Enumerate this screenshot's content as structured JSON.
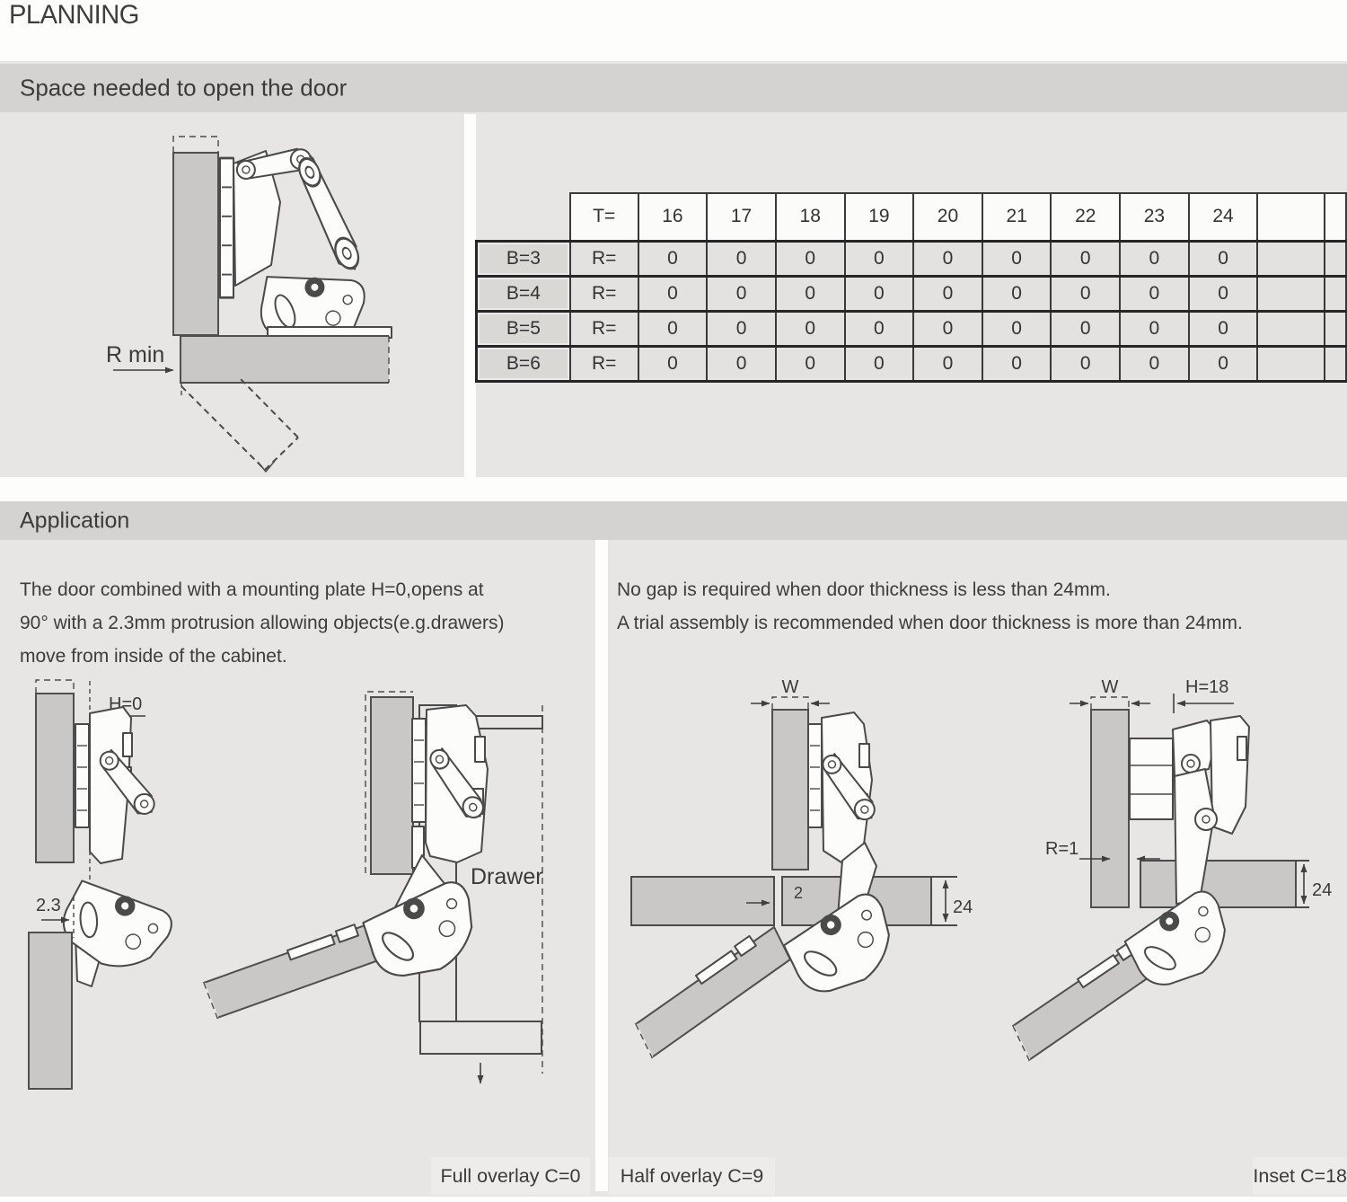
{
  "page": {
    "title": "PLANNING"
  },
  "section_space": {
    "title": "Space needed to open the door",
    "diagram": {
      "r_min_label": "R min"
    },
    "table": {
      "corner_label": "T=",
      "thickness_values": [
        "16",
        "17",
        "18",
        "19",
        "20",
        "21",
        "22",
        "23",
        "24"
      ],
      "rows": [
        {
          "b_label": "B=3",
          "r_label": "R=",
          "values": [
            "0",
            "0",
            "0",
            "0",
            "0",
            "0",
            "0",
            "0",
            "0"
          ]
        },
        {
          "b_label": "B=4",
          "r_label": "R=",
          "values": [
            "0",
            "0",
            "0",
            "0",
            "0",
            "0",
            "0",
            "0",
            "0"
          ]
        },
        {
          "b_label": "B=5",
          "r_label": "R=",
          "values": [
            "0",
            "0",
            "0",
            "0",
            "0",
            "0",
            "0",
            "0",
            "0"
          ]
        },
        {
          "b_label": "B=6",
          "r_label": "R=",
          "values": [
            "0",
            "0",
            "0",
            "0",
            "0",
            "0",
            "0",
            "0",
            "0"
          ]
        }
      ]
    }
  },
  "section_application": {
    "title": "Application",
    "left_note_lines": [
      "The door combined with a mounting plate H=0,opens at",
      "90° with a 2.3mm protrusion allowing objects(e.g.drawers)",
      "move from inside of the cabinet."
    ],
    "right_note_lines": [
      "No gap is required when door thickness is less than 24mm.",
      "A trial assembly is recommended when door thickness is more than 24mm."
    ],
    "diagrams": {
      "full_overlay": {
        "h_label": "H=0",
        "protrusion_label": "2.3",
        "caption": "Full overlay C=0"
      },
      "drawer": {
        "drawer_label": "Drawer"
      },
      "half_overlay": {
        "w_label": "W",
        "gap_label": "2",
        "thickness_label": "24",
        "caption": "Half overlay C=9"
      },
      "inset": {
        "w_label": "W",
        "h_label": "H=18",
        "r_label": "R=1",
        "thickness_label": "24",
        "caption": "Inset C=18"
      }
    }
  },
  "colors": {
    "section_bg": "#e7e6e4",
    "header_bar": "#d4d3d1",
    "panel_gray": "#c9c8c6",
    "table_cell": "#e3e2e0",
    "table_header": "#fbfbfa",
    "line": "#4a4a4a",
    "text": "#3a3a3a"
  }
}
